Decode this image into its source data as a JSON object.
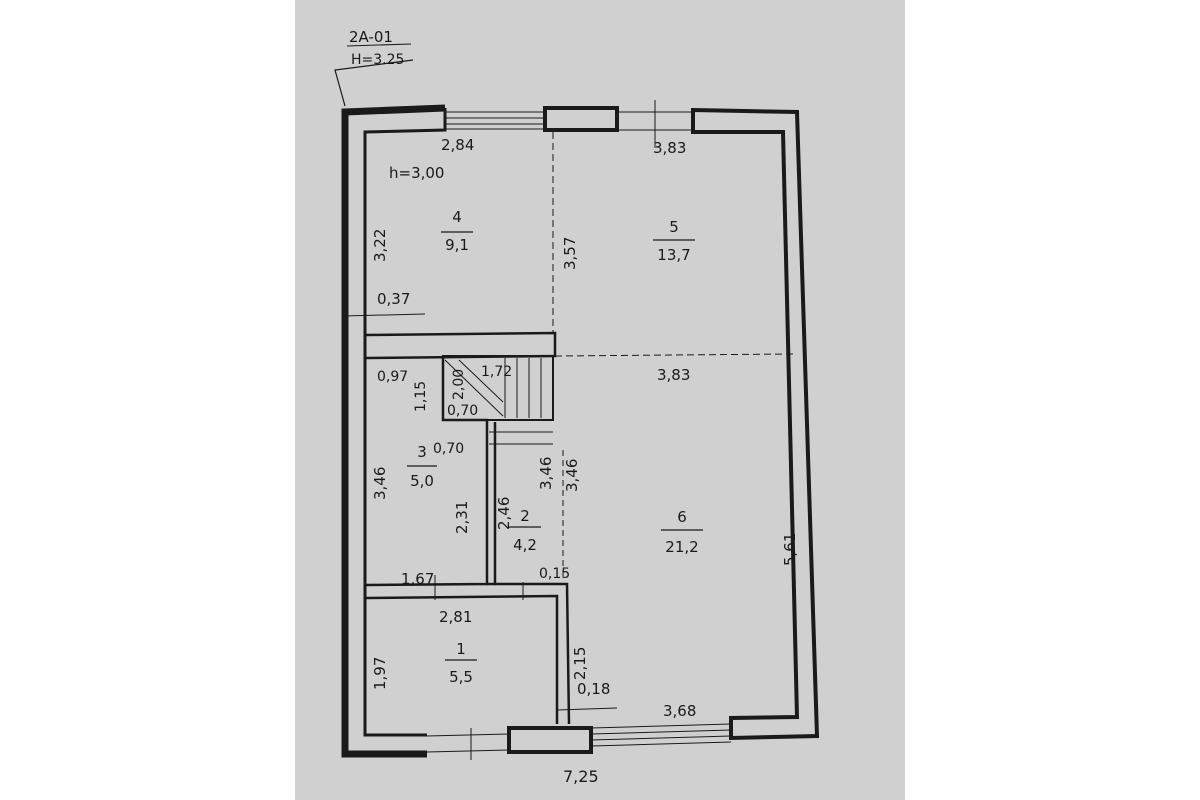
{
  "header": {
    "code": "2A-01",
    "height": "H=3.25"
  },
  "room_height": "h=3,00",
  "rooms": [
    {
      "number": "4",
      "area": "9,1"
    },
    {
      "number": "5",
      "area": "13,7"
    },
    {
      "number": "3",
      "area": "5,0"
    },
    {
      "number": "2",
      "area": "4,2"
    },
    {
      "number": "6",
      "area": "21,2"
    },
    {
      "number": "1",
      "area": "5,5"
    }
  ],
  "dimensions": {
    "d284": "2,84",
    "d383_top": "3,83",
    "d322": "3,22",
    "d357": "3,57",
    "d037": "0,37",
    "d097": "0,97",
    "d115": "1,15",
    "d200": "2,00",
    "d172": "1,72",
    "d070_stair": "0,70",
    "d383_mid": "3,83",
    "d070": "0,70",
    "d346_left": "3,46",
    "d231": "2,31",
    "d246": "2,46",
    "d346_a": "3,46",
    "d346_b": "3,46",
    "d167": "1,67",
    "d015": "0,15",
    "d281": "2,81",
    "d561": "5,61",
    "d197": "1,97",
    "d215": "2,15",
    "d018": "0,18",
    "d368": "3,68",
    "d725": "7,25"
  }
}
